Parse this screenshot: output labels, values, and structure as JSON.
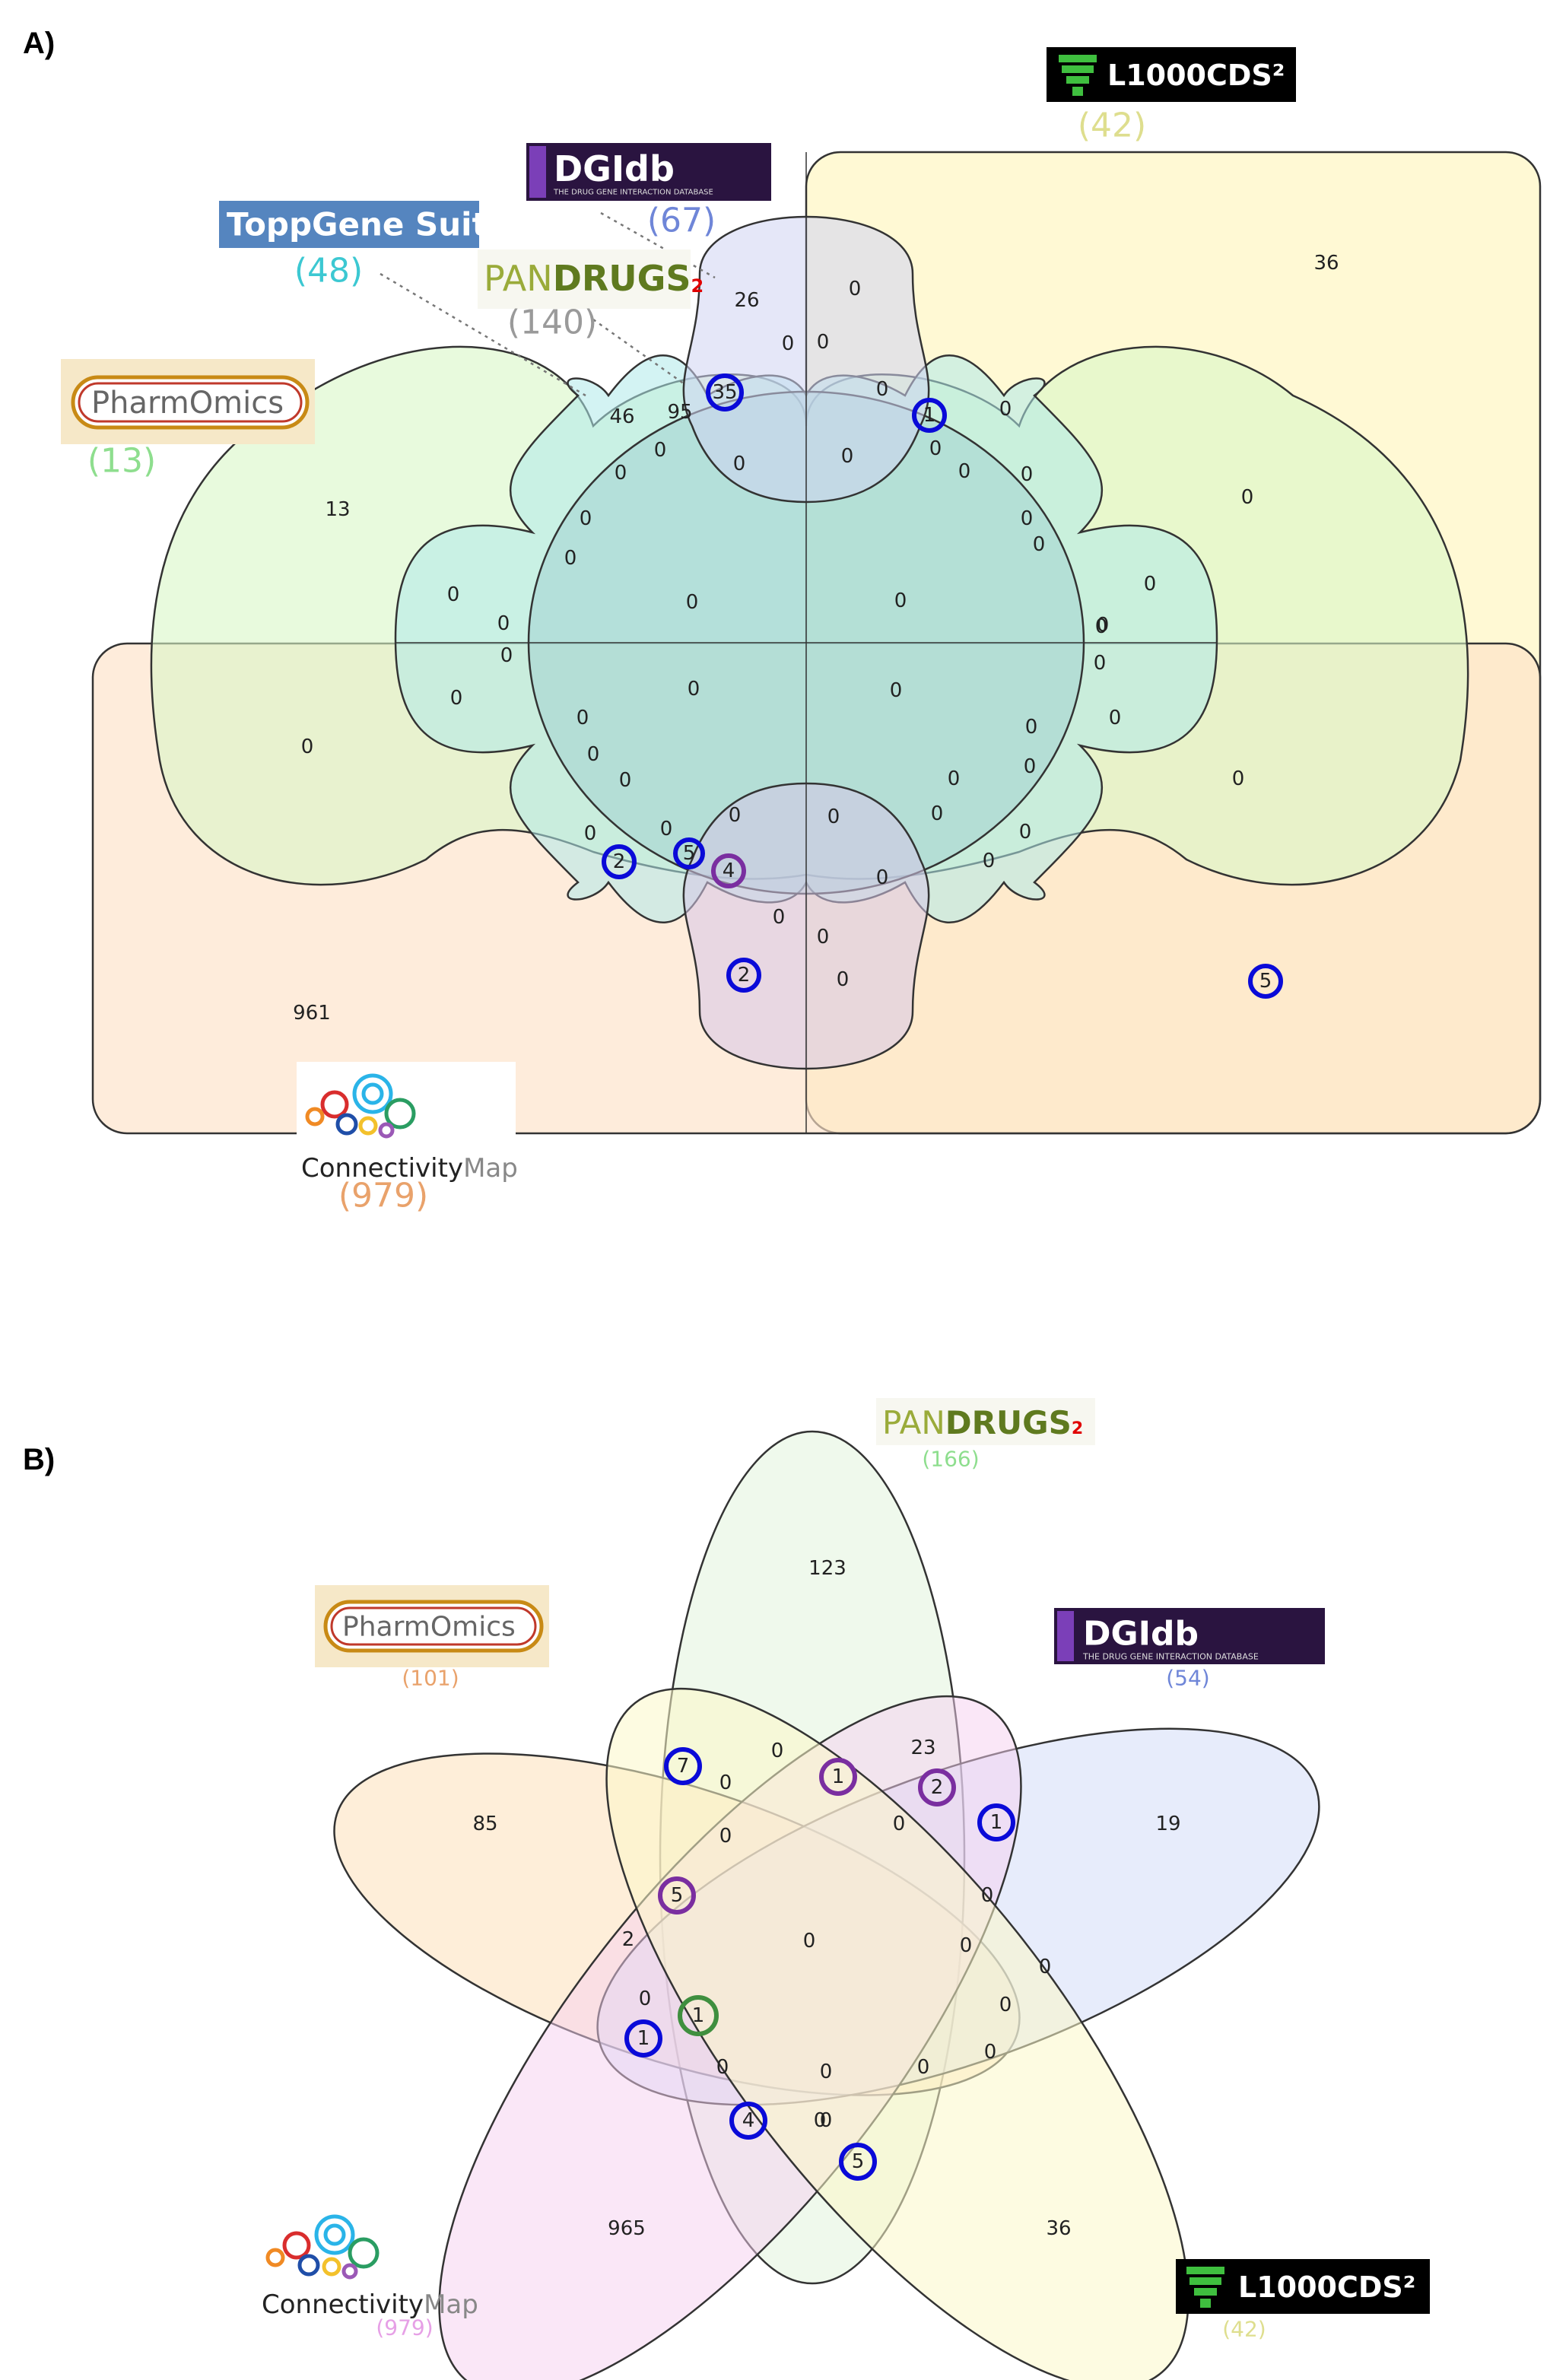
{
  "colors": {
    "pharmomics": "#8ede8e",
    "toppgene": "#3cc8d2",
    "pandrugs": "#9a9a9a",
    "dgidb": "#6f86d8",
    "l1000": "#dede8e",
    "cmap": "#e9a26b",
    "highlight_blue": "#0a0ad8",
    "highlight_purple": "#7a2ea0",
    "highlight_green": "#3f8f3f"
  },
  "panelA": {
    "label": "A)",
    "logos": {
      "l1000cds2": "L1000CDS²",
      "dgidb": "DGIdb",
      "dgidb_tagline": "THE DRUG GENE INTERACTION DATABASE",
      "toppgene": "ToppGene Suite",
      "pandrugs_pre": "PAN",
      "pandrugs_main": "DRUGS",
      "pandrugs_sub": "2",
      "pharmomics": "PharmOmics",
      "cmap_a": "Connectivity",
      "cmap_b": "Map"
    },
    "counts": {
      "l1000": "(42)",
      "dgidb": "(67)",
      "toppgene": "(48)",
      "pandrugs": "(140)",
      "pharmomics": "(13)",
      "cmap": "(979)"
    },
    "regions": [
      "36",
      "26",
      "0",
      "0",
      "0",
      "0",
      "46",
      "95",
      "35",
      "1",
      "13",
      "0",
      "0",
      "0",
      "0",
      "0",
      "0",
      "0",
      "0",
      "0",
      "0",
      "0",
      "0",
      "0",
      "0",
      "0",
      "0",
      "0",
      "0",
      "0",
      "0",
      "0",
      "0",
      "0",
      "0",
      "0",
      "0",
      "0",
      "0",
      "0",
      "0",
      "0",
      "0",
      "0",
      "0",
      "0",
      "0",
      "0",
      "0",
      "0",
      "0",
      "0",
      "0",
      "2",
      "5",
      "4",
      "0",
      "0",
      "2",
      "0",
      "961",
      "5"
    ]
  },
  "panelB": {
    "label": "B)",
    "logos": {
      "pandrugs_pre": "PAN",
      "pandrugs_main": "DRUGS",
      "pandrugs_sub": "2",
      "pharmomics": "PharmOmics",
      "dgidb": "DGIdb",
      "dgidb_tagline": "THE DRUG GENE INTERACTION DATABASE",
      "cmap_a": "Connectivity",
      "cmap_b": "Map",
      "l1000cds2": "L1000CDS²"
    },
    "counts": {
      "pandrugs": "(166)",
      "pharmomics": "(101)",
      "dgidb": "(54)",
      "cmap": "(979)",
      "l1000": "(42)"
    },
    "regions": [
      "123",
      "85",
      "23",
      "19",
      "0",
      "0",
      "7",
      "1",
      "2",
      "1",
      "0",
      "0",
      "5",
      "0",
      "0",
      "0",
      "2",
      "0",
      "0",
      "0",
      "1",
      "1",
      "0",
      "0",
      "0",
      "0",
      "0",
      "4",
      "0",
      "5",
      "965",
      "36"
    ]
  }
}
